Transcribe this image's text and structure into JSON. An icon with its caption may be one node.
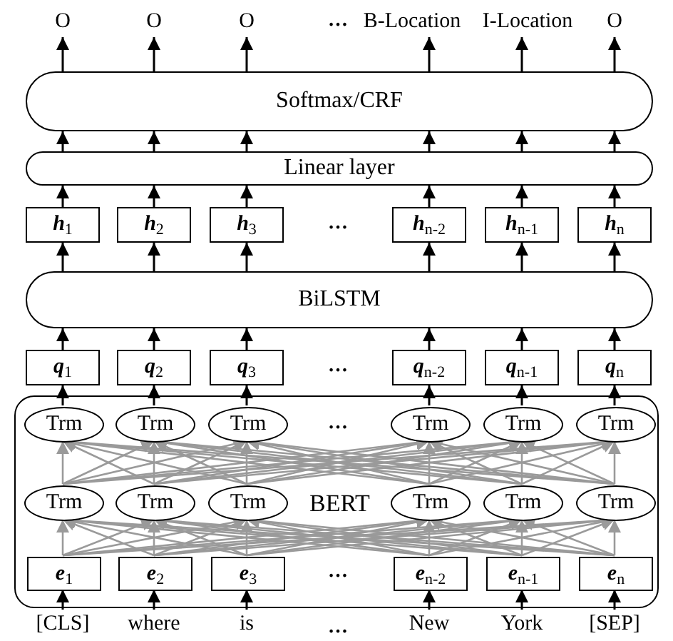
{
  "diagram": {
    "nodes": [
      {
        "text": [
          "O"
        ]
      },
      {
        "text": [
          "O"
        ]
      },
      {
        "text": [
          "O"
        ]
      },
      {
        "text": [
          "B-Location"
        ]
      },
      {
        "text": [
          "I-Location"
        ]
      },
      {
        "text": [
          "O"
        ]
      },
      {
        "text": [
          "Softmax/CRF"
        ]
      },
      {
        "text": [
          "Linear layer"
        ]
      },
      {
        "text": [
          "**h**$_{1}$"
        ]
      },
      {
        "text": [
          "**h**$_{2}$"
        ]
      },
      {
        "text": [
          "**h**$_{3}$"
        ]
      },
      {
        "text": [
          "**h**$_{n-2}$"
        ]
      },
      {
        "text": [
          "**h**$_{n-1}$"
        ]
      },
      {
        "text": [
          "**h**$_{n}$"
        ]
      },
      {
        "text": [
          "BiLSTM"
        ]
      },
      {
        "text": [
          "**q**$_{1}$"
        ]
      },
      {
        "text": [
          "**q**$_{2}$"
        ]
      },
      {
        "text": [
          "**q**$_{3}$"
        ]
      },
      {
        "text": [
          "**q**$_{n-2}$"
        ]
      },
      {
        "text": [
          "**q**$_{n-1}$"
        ]
      },
      {
        "text": [
          "**q**$_{n}$"
        ]
      },
      {
        "text": [
          "BERT"
        ]
      },
      {
        "text": [
          "Trm"
        ],
        "in": 21
      },
      {
        "text": [
          "Trm"
        ],
        "in": 21
      },
      {
        "text": [
          "Trm"
        ],
        "in": 21
      },
      {
        "text": [
          "Trm"
        ],
        "in": 21
      },
      {
        "text": [
          "Trm"
        ],
        "in": 21
      },
      {
        "text": [
          "Trm"
        ],
        "in": 21
      },
      {
        "text": [
          "Trm"
        ],
        "in": 21
      },
      {
        "text": [
          "Trm"
        ],
        "in": 21
      },
      {
        "text": [
          "Trm"
        ],
        "in": 21
      },
      {
        "text": [
          "Trm"
        ],
        "in": 21
      },
      {
        "text": [
          "Trm"
        ],
        "in": 21
      },
      {
        "text": [
          "Trm"
        ],
        "in": 21
      },
      {
        "text": [
          "**e**$_{1}$"
        ],
        "in": 21
      },
      {
        "text": [
          "**e**$_{2}$"
        ],
        "in": 21
      },
      {
        "text": [
          "**e**$_{3}$"
        ],
        "in": 21
      },
      {
        "text": [
          "**e**$_{n-2}$"
        ],
        "in": 21
      },
      {
        "text": [
          "**e**$_{n-1}$"
        ],
        "in": 21
      },
      {
        "text": [
          "**e**$_{n}$"
        ],
        "in": 21
      },
      {
        "text": [
          "[CLS]"
        ]
      },
      {
        "text": [
          "where"
        ]
      },
      {
        "text": [
          "is"
        ]
      },
      {
        "text": [
          "New"
        ]
      },
      {
        "text": [
          "York"
        ]
      },
      {
        "text": [
          "[SEP]"
        ]
      }
    ],
    "edges": [
      {
        "from": 6,
        "to": 0,
        "arrow": "to",
        "color": "#000000"
      },
      {
        "from": 6,
        "to": 1,
        "arrow": "to",
        "color": "#000000"
      },
      {
        "from": 6,
        "to": 2,
        "arrow": "to",
        "color": "#000000"
      },
      {
        "from": 6,
        "to": 3,
        "arrow": "to",
        "color": "#000000"
      },
      {
        "from": 6,
        "to": 4,
        "arrow": "to",
        "color": "#000000"
      },
      {
        "from": 6,
        "to": 5,
        "arrow": "to",
        "color": "#000000"
      },
      {
        "from": 7,
        "to": 6,
        "arrow": "to",
        "color": "#000000"
      },
      {
        "from": 7,
        "to": 6,
        "arrow": "to",
        "color": "#000000"
      },
      {
        "from": 7,
        "to": 6,
        "arrow": "to",
        "color": "#000000"
      },
      {
        "from": 7,
        "to": 6,
        "arrow": "to",
        "color": "#000000"
      },
      {
        "from": 7,
        "to": 6,
        "arrow": "to",
        "color": "#000000"
      },
      {
        "from": 7,
        "to": 6,
        "arrow": "to",
        "color": "#000000"
      },
      {
        "from": 8,
        "to": 7,
        "arrow": "to",
        "color": "#000000"
      },
      {
        "from": 9,
        "to": 7,
        "arrow": "to",
        "color": "#000000"
      },
      {
        "from": 10,
        "to": 7,
        "arrow": "to",
        "color": "#000000"
      },
      {
        "from": 11,
        "to": 7,
        "arrow": "to",
        "color": "#000000"
      },
      {
        "from": 12,
        "to": 7,
        "arrow": "to",
        "color": "#000000"
      },
      {
        "from": 13,
        "to": 7,
        "arrow": "to",
        "color": "#000000"
      },
      {
        "from": 14,
        "to": 8,
        "arrow": "to",
        "color": "#000000"
      },
      {
        "from": 14,
        "to": 9,
        "arrow": "to",
        "color": "#000000"
      },
      {
        "from": 14,
        "to": 10,
        "arrow": "to",
        "color": "#000000"
      },
      {
        "from": 14,
        "to": 11,
        "arrow": "to",
        "color": "#000000"
      },
      {
        "from": 14,
        "to": 12,
        "arrow": "to",
        "color": "#000000"
      },
      {
        "from": 14,
        "to": 13,
        "arrow": "to",
        "color": "#000000"
      },
      {
        "from": 15,
        "to": 14,
        "arrow": "to",
        "color": "#000000"
      },
      {
        "from": 16,
        "to": 14,
        "arrow": "to",
        "color": "#000000"
      },
      {
        "from": 17,
        "to": 14,
        "arrow": "to",
        "color": "#000000"
      },
      {
        "from": 18,
        "to": 14,
        "arrow": "to",
        "color": "#000000"
      },
      {
        "from": 19,
        "to": 14,
        "arrow": "to",
        "color": "#000000"
      },
      {
        "from": 20,
        "to": 14,
        "arrow": "to",
        "color": "#000000"
      },
      {
        "from": 22,
        "to": 15,
        "arrow": "to",
        "color": "#000000"
      },
      {
        "from": 23,
        "to": 16,
        "arrow": "to",
        "color": "#000000"
      },
      {
        "from": 24,
        "to": 17,
        "arrow": "to",
        "color": "#000000"
      },
      {
        "from": 25,
        "to": 18,
        "arrow": "to",
        "color": "#000000"
      },
      {
        "from": 26,
        "to": 19,
        "arrow": "to",
        "color": "#000000"
      },
      {
        "from": 27,
        "to": 20,
        "arrow": "to",
        "color": "#000000"
      },
      {
        "from": 28,
        "to": 22,
        "arrow": "to"
      },
      {
        "from": 28,
        "to": 23,
        "arrow": "to"
      },
      {
        "from": 28,
        "to": 24,
        "arrow": "to"
      },
      {
        "from": 28,
        "to": 25,
        "arrow": "to"
      },
      {
        "from": 28,
        "to": 26,
        "arrow": "to"
      },
      {
        "from": 28,
        "to": 27,
        "arrow": "to"
      },
      {
        "from": 29,
        "to": 22,
        "arrow": "to"
      },
      {
        "from": 29,
        "to": 23,
        "arrow": "to"
      },
      {
        "from": 29,
        "to": 24,
        "arrow": "to"
      },
      {
        "from": 29,
        "to": 25,
        "arrow": "to"
      },
      {
        "from": 29,
        "to": 26,
        "arrow": "to"
      },
      {
        "from": 29,
        "to": 27,
        "arrow": "to"
      },
      {
        "from": 30,
        "to": 22,
        "arrow": "to"
      },
      {
        "from": 30,
        "to": 23,
        "arrow": "to"
      },
      {
        "from": 30,
        "to": 24,
        "arrow": "to"
      },
      {
        "from": 30,
        "to": 25,
        "arrow": "to"
      },
      {
        "from": 30,
        "to": 26,
        "arrow": "to"
      },
      {
        "from": 30,
        "to": 27,
        "arrow": "to"
      },
      {
        "from": 31,
        "to": 22,
        "arrow": "to"
      },
      {
        "from": 31,
        "to": 23,
        "arrow": "to"
      },
      {
        "from": 31,
        "to": 24,
        "arrow": "to"
      },
      {
        "from": 31,
        "to": 25,
        "arrow": "to"
      },
      {
        "from": 31,
        "to": 26,
        "arrow": "to"
      },
      {
        "from": 31,
        "to": 27,
        "arrow": "to"
      },
      {
        "from": 32,
        "to": 22,
        "arrow": "to"
      },
      {
        "from": 32,
        "to": 23,
        "arrow": "to"
      },
      {
        "from": 32,
        "to": 24,
        "arrow": "to"
      },
      {
        "from": 32,
        "to": 25,
        "arrow": "to"
      },
      {
        "from": 32,
        "to": 26,
        "arrow": "to"
      },
      {
        "from": 32,
        "to": 27,
        "arrow": "to"
      },
      {
        "from": 33,
        "to": 22,
        "arrow": "to"
      },
      {
        "from": 33,
        "to": 23,
        "arrow": "to"
      },
      {
        "from": 33,
        "to": 24,
        "arrow": "to"
      },
      {
        "from": 33,
        "to": 25,
        "arrow": "to"
      },
      {
        "from": 33,
        "to": 26,
        "arrow": "to"
      },
      {
        "from": 33,
        "to": 27,
        "arrow": "to"
      },
      {
        "from": 34,
        "to": 28,
        "arrow": "to"
      },
      {
        "from": 34,
        "to": 29,
        "arrow": "to"
      },
      {
        "from": 34,
        "to": 30,
        "arrow": "to"
      },
      {
        "from": 34,
        "to": 31,
        "arrow": "to"
      },
      {
        "from": 34,
        "to": 32,
        "arrow": "to"
      },
      {
        "from": 34,
        "to": 33,
        "arrow": "to"
      },
      {
        "from": 35,
        "to": 28,
        "arrow": "to"
      },
      {
        "from": 35,
        "to": 29,
        "arrow": "to"
      },
      {
        "from": 35,
        "to": 30,
        "arrow": "to"
      },
      {
        "from": 35,
        "to": 31,
        "arrow": "to"
      },
      {
        "from": 35,
        "to": 32,
        "arrow": "to"
      },
      {
        "from": 35,
        "to": 33,
        "arrow": "to"
      },
      {
        "from": 36,
        "to": 28,
        "arrow": "to"
      },
      {
        "from": 36,
        "to": 29,
        "arrow": "to"
      },
      {
        "from": 36,
        "to": 30,
        "arrow": "to"
      },
      {
        "from": 36,
        "to": 31,
        "arrow": "to"
      },
      {
        "from": 36,
        "to": 32,
        "arrow": "to"
      },
      {
        "from": 36,
        "to": 33,
        "arrow": "to"
      },
      {
        "from": 37,
        "to": 28,
        "arrow": "to"
      },
      {
        "from": 37,
        "to": 29,
        "arrow": "to"
      },
      {
        "from": 37,
        "to": 30,
        "arrow": "to"
      },
      {
        "from": 37,
        "to": 31,
        "arrow": "to"
      },
      {
        "from": 37,
        "to": 32,
        "arrow": "to"
      },
      {
        "from": 37,
        "to": 33,
        "arrow": "to"
      },
      {
        "from": 38,
        "to": 28,
        "arrow": "to"
      },
      {
        "from": 38,
        "to": 29,
        "arrow": "to"
      },
      {
        "from": 38,
        "to": 30,
        "arrow": "to"
      },
      {
        "from": 38,
        "to": 31,
        "arrow": "to"
      },
      {
        "from": 38,
        "to": 32,
        "arrow": "to"
      },
      {
        "from": 38,
        "to": 33,
        "arrow": "to"
      },
      {
        "from": 39,
        "to": 28,
        "arrow": "to"
      },
      {
        "from": 39,
        "to": 29,
        "arrow": "to"
      },
      {
        "from": 39,
        "to": 30,
        "arrow": "to"
      },
      {
        "from": 39,
        "to": 31,
        "arrow": "to"
      },
      {
        "from": 39,
        "to": 32,
        "arrow": "to"
      },
      {
        "from": 39,
        "to": 33,
        "arrow": "to"
      },
      {
        "from": 40,
        "to": 34,
        "arrow": "to",
        "color": "#000000"
      },
      {
        "from": 41,
        "to": 35,
        "arrow": "to",
        "color": "#000000"
      },
      {
        "from": 42,
        "to": 36,
        "arrow": "to",
        "color": "#000000"
      },
      {
        "from": 43,
        "to": 37,
        "arrow": "to",
        "color": "#000000"
      },
      {
        "from": 44,
        "to": 38,
        "arrow": "to",
        "color": "#000000"
      },
      {
        "from": 45,
        "to": 39,
        "arrow": "to",
        "color": "#000000"
      }
    ],
    "labels": [
      "…",
      "…",
      "…",
      "…",
      "…",
      "…"
    ]
  }
}
